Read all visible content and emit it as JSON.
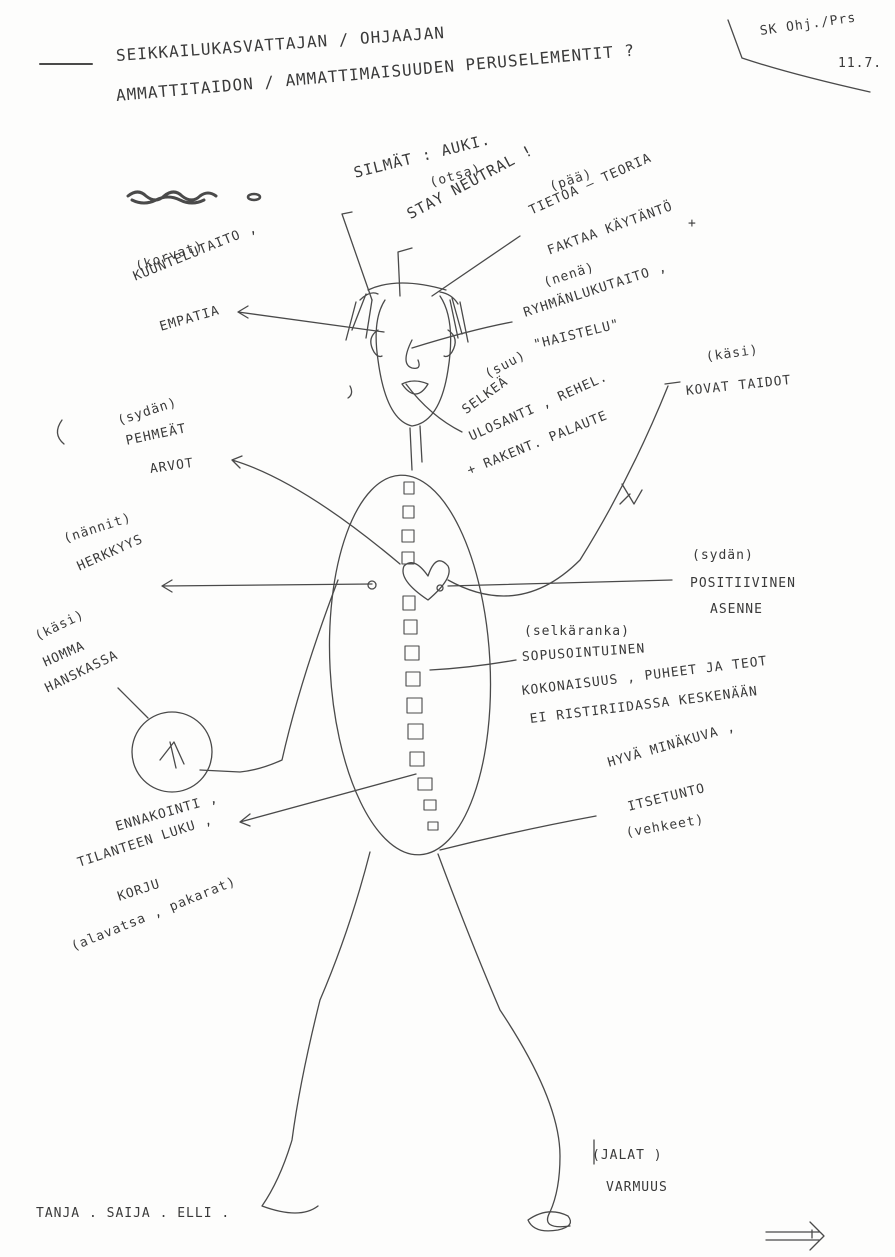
{
  "title": {
    "line1": "SEIKKAILUKASVATTAJAN / OHJAAJAN",
    "line2": "AMMATTITAIDON / AMMATTIMAISUUDEN  PERUSELEMENTIT ?"
  },
  "corner_note": {
    "line1": "SK  Ohj./Prs",
    "line2": "11.7."
  },
  "annotations": {
    "silmat": "SILMÄT : AUKI.",
    "otsa_part": "(otsa)",
    "otsa": "STAY NEUTRAL !",
    "paa_part": "(pää)",
    "paa_line1": "TIETOA  –  TEORIA",
    "paa_plus": "+",
    "paa_line2": "FAKTAA     KÄYTÄNTÖ",
    "korvat_part": "(korvat)",
    "korvat_line1": "KUUNTELUTAITO ,",
    "korvat_line2": "EMPATIA",
    "nena_part": "(nenä)",
    "nena_line1": "RYHMÄNLUKUTAITO ,",
    "nena_line2": "\"HAISTELU\"",
    "suu_part": "(suu)",
    "suu_line1": "SELKEÄ",
    "suu_line2": "ULOSANTI , REHEL.",
    "suu_line3": "+ RAKENT. PALAUTE",
    "kasi_right_part": "(käsi)",
    "kasi_right": "KOVAT TAIDOT",
    "sydan_left_part": "(sydän)",
    "sydan_left_line1": "PEHMEÄT",
    "sydan_left_line2": "ARVOT",
    "nannit_part": "(nännit)",
    "nannit": "HERKKYYS",
    "sydan_right_part": "(sydän)",
    "sydan_right_line1": "POSITIIVINEN",
    "sydan_right_line2": "ASENNE",
    "kasi_left_part": "(käsi)",
    "kasi_left_line1": "HOMMA",
    "kasi_left_line2": "HANSKASSA",
    "selkaranka_part": "(selkäranka)",
    "selkaranka_line1": "SOPUSOINTUINEN",
    "selkaranka_line2": "KOKONAISUUS , PUHEET JA TEOT",
    "selkaranka_line3": "EI RISTIRIIDASSA KESKENÄÄN",
    "vatsa_line1": "ENNAKOINTI ,",
    "vatsa_line2": "TILANTEEN LUKU ,",
    "vatsa_line3": "KORJU",
    "vatsa_line4": "(alavatsa , pakarat)",
    "minakuva_line1": "HYVÄ MINÄKUVA ,",
    "minakuva_line2": "ITSETUNTO",
    "minakuva_line3": "(vehkeet)",
    "jalat_part": "(JALAT )",
    "jalat": "VARMUUS"
  },
  "authors": "TANJA . SAIJA . ELLI .",
  "colors": {
    "paper": "#fdfdfc",
    "pencil": "#3a3a3a"
  }
}
